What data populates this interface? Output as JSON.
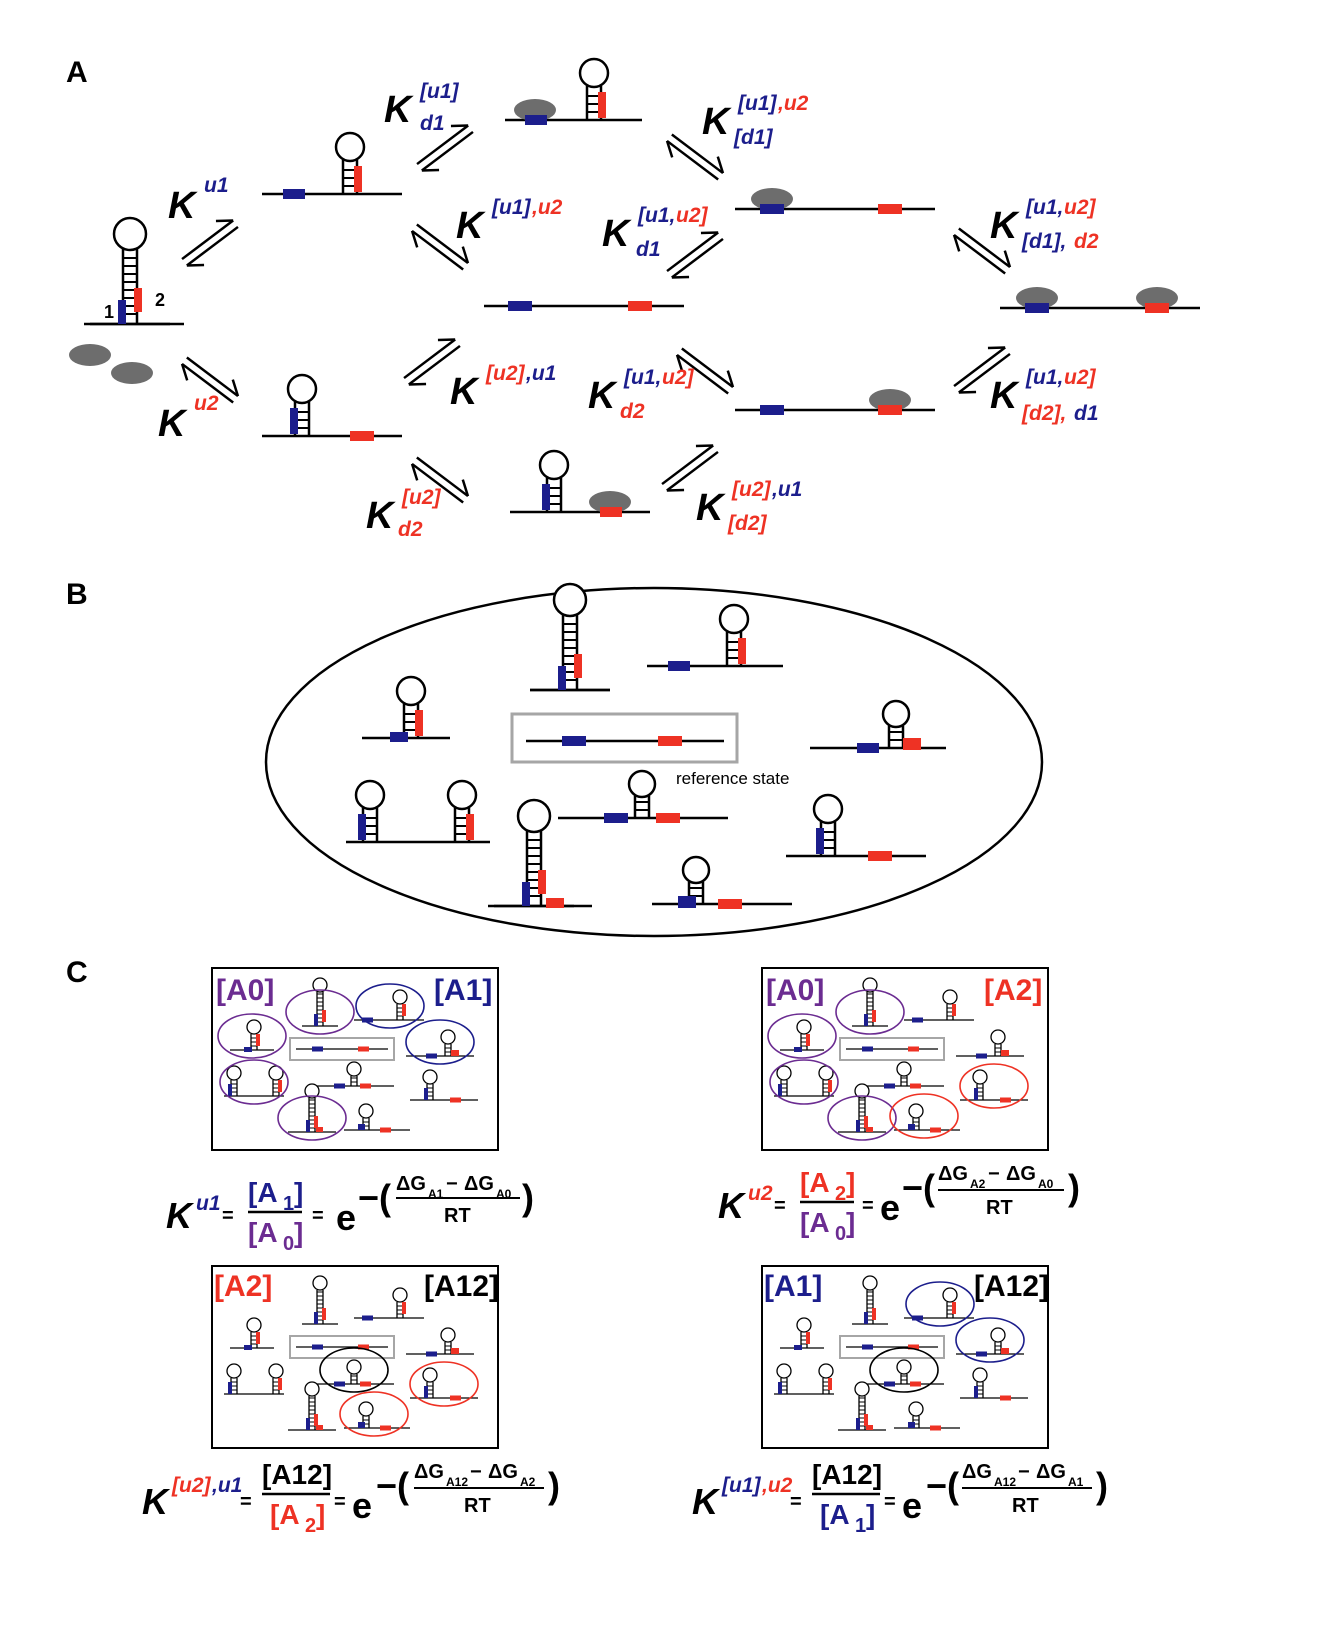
{
  "panels": {
    "a": "A",
    "b": "B",
    "c": "C"
  },
  "colors": {
    "blue": "#1c1e8c",
    "red": "#ee3224",
    "purple": "#6b2c91",
    "gray_protein": "#6d6d6d",
    "gray_box": "#a6a6a6"
  },
  "panel_a": {
    "site1_label": "1",
    "site2_label": "2",
    "constants": {
      "Ku1": {
        "k": "K",
        "sup": "u1"
      },
      "Ku2": {
        "k": "K",
        "sup": "u2"
      },
      "Kd1_u1": {
        "k": "K",
        "sup": "[u1]",
        "sub": "d1"
      },
      "Ku1_u2": {
        "k": "K",
        "sup_a": "[u1]",
        "sup_b": ",u2"
      },
      "Ku2_u1": {
        "k": "K",
        "sup_a": "[u2]",
        "sup_b": ",u1"
      },
      "Kd2_u2": {
        "k": "K",
        "sup": "[u2]",
        "sub": "d2"
      },
      "Ku1u2_d1_top": {
        "k": "K",
        "sup_a": "[u1]",
        "sup_b": ",u2",
        "sub": "[d1]"
      },
      "Kd1_u1u2": {
        "k": "K",
        "sup_a": "[u1,",
        "sup_b": "u2]",
        "sub": "d1"
      },
      "Kd2_u1u2": {
        "k": "K",
        "sup_a": "[u1,",
        "sup_b": "u2]",
        "sub": "d2"
      },
      "Ku2u1_d2": {
        "k": "K",
        "sup_a": "[u2]",
        "sup_b": ",u1",
        "sub": "[d2]"
      },
      "K_d1_d2": {
        "k": "K",
        "sup_a": "[u1,",
        "sup_b": "u2]",
        "sub_a": "[d1],",
        "sub_b": "d2"
      },
      "K_d2_d1": {
        "k": "K",
        "sup_a": "[u1,",
        "sup_b": "u2]",
        "sub_a": "[d2],",
        "sub_b": "d1"
      }
    }
  },
  "panel_b": {
    "reference_label": "reference state"
  },
  "panel_c": {
    "box1": {
      "left_label": "[A0]",
      "right_label": "[A1]"
    },
    "box2": {
      "left_label": "[A0]",
      "right_label": "[A2]"
    },
    "box3": {
      "left_label": "[A2]",
      "right_label": "[A12]"
    },
    "box4": {
      "left_label": "[A1]",
      "right_label": "[A12]"
    },
    "eq1": {
      "k": "K",
      "sup": "u1",
      "num": "[A",
      "num_sub": "1",
      "den": "[A",
      "den_sub": "0",
      "e": "e",
      "dg_a": "ΔG",
      "dg_a_sub": "A1",
      "dg_b": "ΔG",
      "dg_b_sub": "A0",
      "rt": "RT"
    },
    "eq2": {
      "k": "K",
      "sup": "u2",
      "num": "[A",
      "num_sub": "2",
      "den": "[A",
      "den_sub": "0",
      "e": "e",
      "dg_a": "ΔG",
      "dg_a_sub": "A2",
      "dg_b": "ΔG",
      "dg_b_sub": "A0",
      "rt": "RT"
    },
    "eq3": {
      "k": "K",
      "sup_a": "[u2]",
      "sup_b": ",u1",
      "num": "[A12]",
      "den": "[A",
      "den_sub": "2",
      "e": "e",
      "dg_a": "ΔG",
      "dg_a_sub": "A12",
      "dg_b": "ΔG",
      "dg_b_sub": "A2",
      "rt": "RT"
    },
    "eq4": {
      "k": "K",
      "sup_a": "[u1]",
      "sup_b": ",u2",
      "num": "[A12]",
      "den": "[A",
      "den_sub": "1",
      "e": "e",
      "dg_a": "ΔG",
      "dg_a_sub": "A12",
      "dg_b": "ΔG",
      "dg_b_sub": "A1",
      "rt": "RT"
    }
  }
}
